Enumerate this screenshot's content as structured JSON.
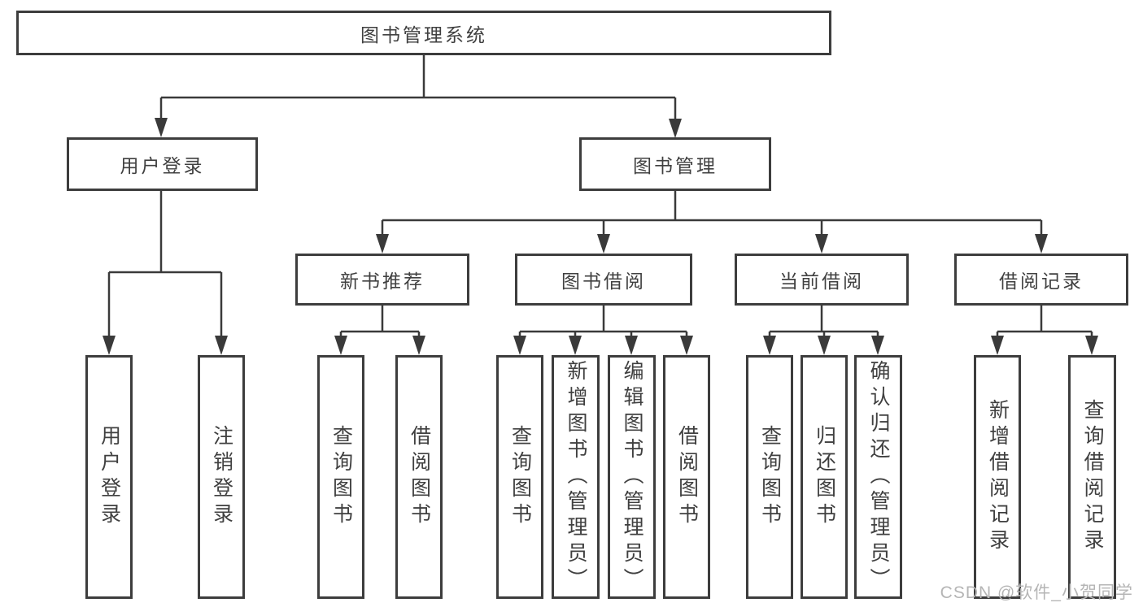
{
  "tree": {
    "label": "图书管理系统",
    "children": [
      {
        "label": "用户登录",
        "children": [
          {
            "label": "用户登录"
          },
          {
            "label": "注销登录"
          }
        ]
      },
      {
        "label": "图书管理",
        "children": [
          {
            "label": "新书推荐",
            "children": [
              {
                "label": "查询图书"
              },
              {
                "label": "借阅图书"
              }
            ]
          },
          {
            "label": "图书借阅",
            "children": [
              {
                "label": "查询图书"
              },
              {
                "label": "新增图书（管理员）"
              },
              {
                "label": "编辑图书（管理员）"
              },
              {
                "label": "借阅图书"
              }
            ]
          },
          {
            "label": "当前借阅",
            "children": [
              {
                "label": "查询图书"
              },
              {
                "label": "归还图书"
              },
              {
                "label": "确认归还（管理员）"
              }
            ]
          },
          {
            "label": "借阅记录",
            "children": [
              {
                "label": "新增借阅记录"
              },
              {
                "label": "查询借阅记录"
              }
            ]
          }
        ]
      }
    ]
  },
  "watermark": {
    "text": "CSDN @软件_小贺同学"
  },
  "colors": {
    "line": "#3a3a3a",
    "box_border": "#3d3d3d",
    "text": "#404040",
    "watermark": "#b5b5b5",
    "background": "#ffffff"
  }
}
